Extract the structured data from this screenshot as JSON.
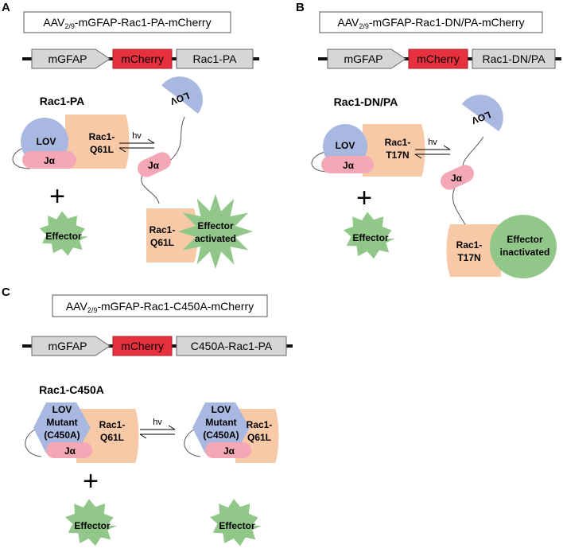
{
  "colors": {
    "lov": "#a9b8e0",
    "rac": "#f7c9a6",
    "ja": "#f4a7b6",
    "effector": "#92c78a",
    "mcherry": "#e8313f",
    "gene_box": "#d6d6d6"
  },
  "panels": [
    {
      "label": "A",
      "vector_prefix": "AAV",
      "vector_sub": "2/9",
      "vector_suffix": "-mGFAP-Rac1-PA-mCherry",
      "genes": [
        "mGFAP",
        "mCherry",
        "Rac1-PA"
      ],
      "construct": "Rac1-PA",
      "lov": "LOV",
      "ja": "Jα",
      "rac": [
        "Rac1-",
        "Q61L"
      ],
      "hv": "hv",
      "effector": "Effector",
      "effector_state": [
        "Effector",
        "activated"
      ]
    },
    {
      "label": "B",
      "vector_prefix": "AAV",
      "vector_sub": "2/9",
      "vector_suffix": "-mGFAP-Rac1-DN/PA-mCherry",
      "genes": [
        "mGFAP",
        "mCherry",
        "Rac1-DN/PA"
      ],
      "construct": "Rac1-DN/PA",
      "lov": "LOV",
      "ja": "Jα",
      "rac": [
        "Rac1-",
        "T17N"
      ],
      "hv": "hv",
      "effector": "Effector",
      "effector_state": [
        "Effector",
        "inactivated"
      ]
    },
    {
      "label": "C",
      "vector_prefix": "AAV",
      "vector_sub": "2/9",
      "vector_suffix": "-mGFAP-Rac1-C450A-mCherry",
      "genes": [
        "mGFAP",
        "mCherry",
        "C450A-Rac1-PA"
      ],
      "construct": "Rac1-C450A",
      "lov": [
        "LOV",
        "Mutant",
        "(C450A)"
      ],
      "ja": "Jα",
      "rac": [
        "Rac1-",
        "Q61L"
      ],
      "hv": "hv",
      "effector": "Effector"
    }
  ]
}
